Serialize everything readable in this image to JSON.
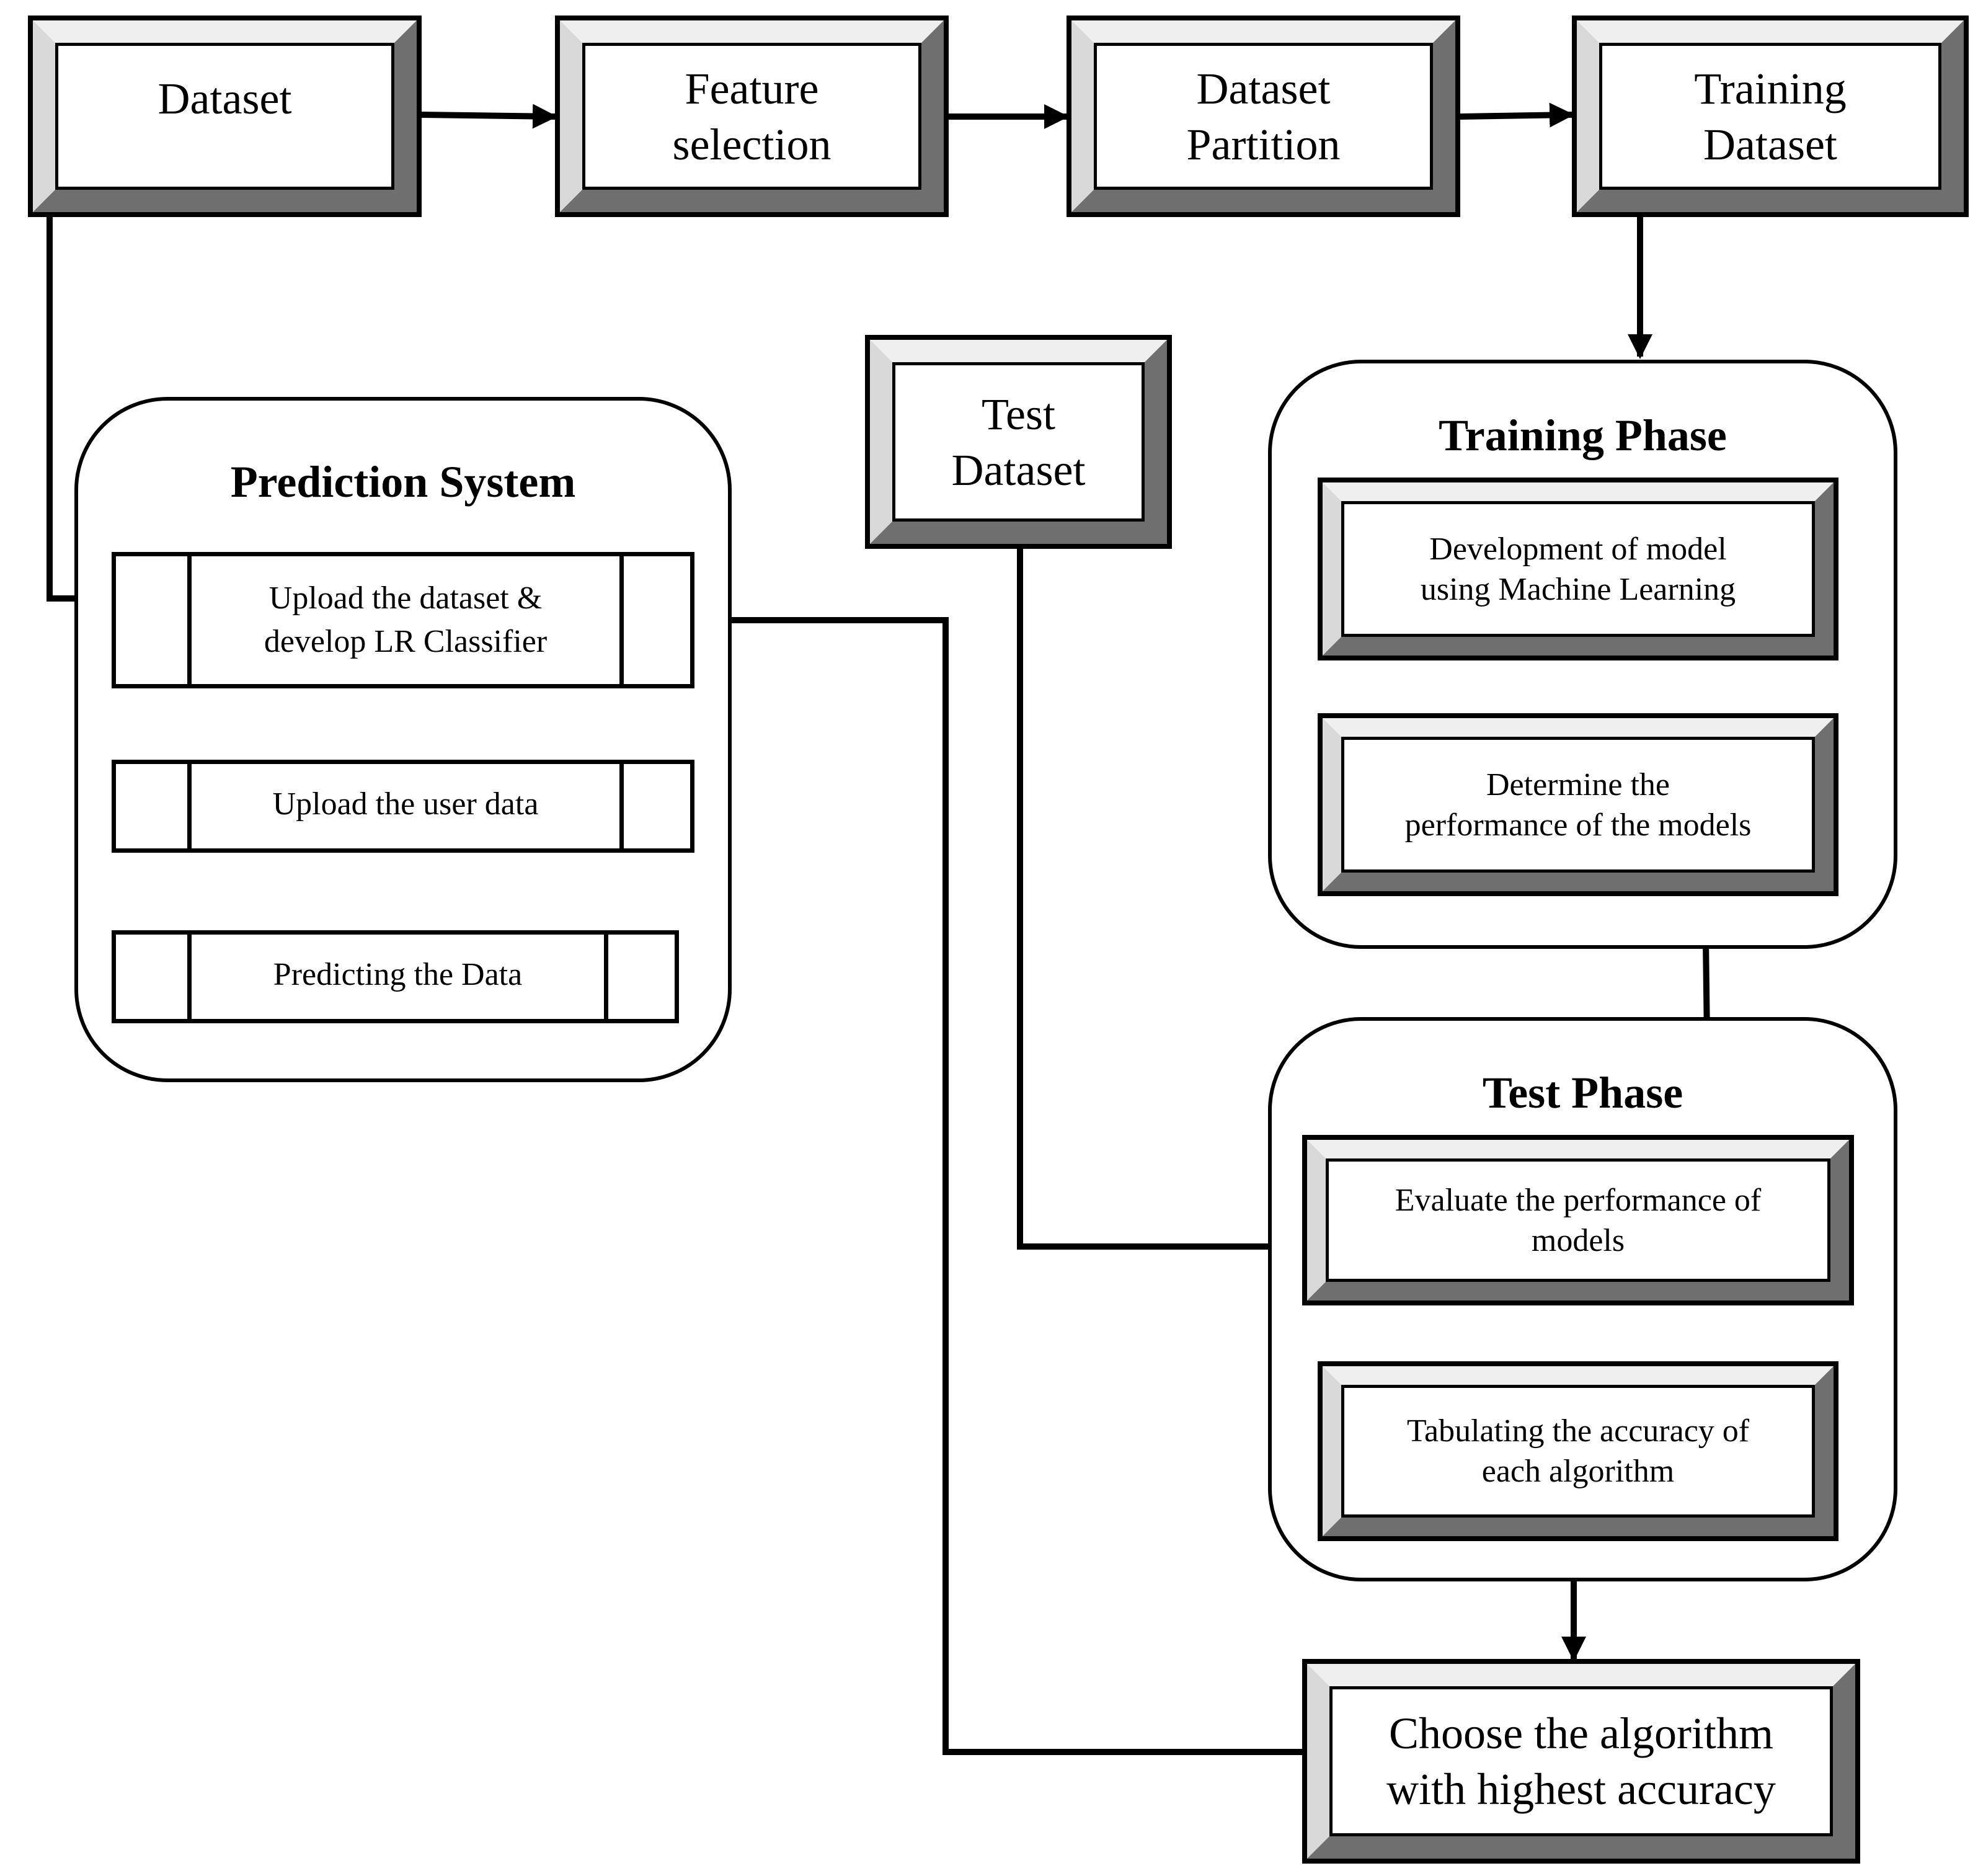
{
  "nodes": {
    "dataset": "Dataset",
    "feature_selection": "Feature\nselection",
    "dataset_partition": "Dataset\nPartition",
    "training_dataset": "Training\nDataset",
    "test_dataset": "Test\nDataset",
    "choose_algorithm": "Choose the algorithm\nwith highest accuracy"
  },
  "training_phase": {
    "title": "Training Phase",
    "development": "Development of model\nusing Machine Learning",
    "determine": "Determine the\nperformance of the models"
  },
  "test_phase": {
    "title": "Test Phase",
    "evaluate": "Evaluate the performance of\nmodels",
    "tabulate": "Tabulating the accuracy of\neach algorithm"
  },
  "prediction_system": {
    "title": "Prediction System",
    "upload_dataset": "Upload the dataset &\ndevelop LR Classifier",
    "upload_user": "Upload the user data",
    "predicting": "Predicting the Data"
  }
}
